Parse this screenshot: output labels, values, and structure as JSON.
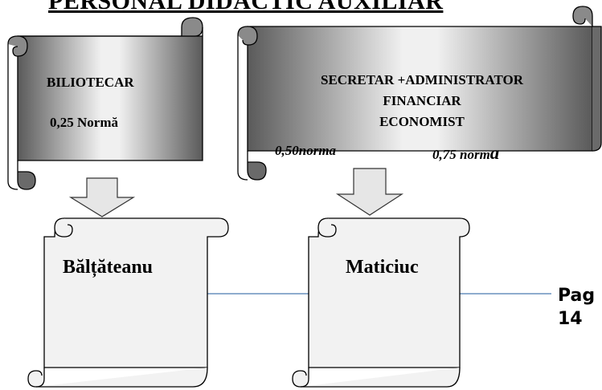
{
  "page_title": "PERSONAL DIDACTIC AUXILIAR",
  "colors": {
    "dark_scroll_edge": "#5a5a5a",
    "dark_scroll_light": "#f0f0f0",
    "light_scroll_fill": "#f2f2f2",
    "connector_line": "#4a7ab0"
  },
  "librarian": {
    "title": "BILIOTECAR",
    "norm": "0,25 Normă",
    "name": "Bălțăteanu"
  },
  "secretary": {
    "line1": "SECRETAR +ADMINISTRATOR",
    "line2": "FINANCIAR",
    "line3": "ECONOMIST",
    "norm1": "0,50norma",
    "norm2_main": "0,75 norm",
    "norm2_last": "a",
    "name": "Maticiuc"
  },
  "footer": {
    "page_word": "Pag",
    "page_number": "14"
  }
}
